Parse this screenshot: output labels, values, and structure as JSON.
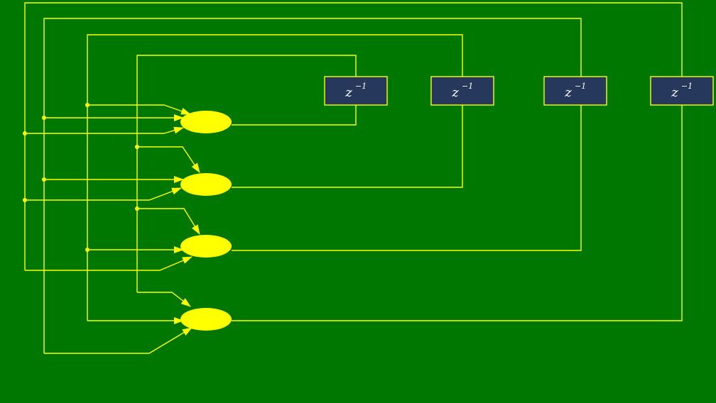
{
  "diagram": {
    "colors": {
      "background": "#007700",
      "wire": "#ffff00",
      "neuron": "#ffff00",
      "delay_fill": "#26395c",
      "delay_border": "#ffff00",
      "delay_text": "#ffffff"
    },
    "delay_units": [
      {
        "base": "z",
        "exponent": "−1"
      },
      {
        "base": "z",
        "exponent": "−1"
      },
      {
        "base": "z",
        "exponent": "−1"
      },
      {
        "base": "z",
        "exponent": "−1"
      }
    ],
    "neuron_count": 4
  }
}
